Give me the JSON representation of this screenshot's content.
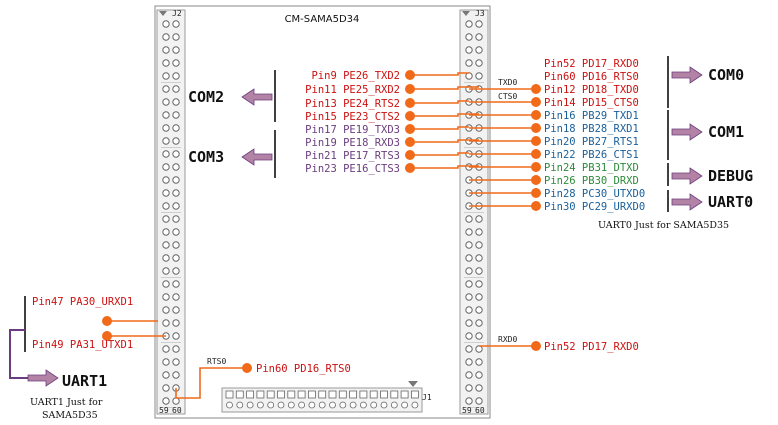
{
  "board_title": "CM-SAMA5D34",
  "connectors": {
    "j1": "J1",
    "j2": "J2",
    "j3": "J3",
    "pin_59": "59",
    "pin_60": "60"
  },
  "groups": {
    "com0": "COM0",
    "com1": "COM1",
    "debug": "DEBUG",
    "uart0": "UART0",
    "com2": "COM2",
    "com3": "COM3",
    "uart1": "UART1"
  },
  "notes": {
    "uart0_note": "UART0 Just for SAMA5D35",
    "uart1_note_line1": "UART1 Just for",
    "uart1_note_line2": "SAMA5D35"
  },
  "trace_labels": {
    "txd0": "TXD0",
    "cts0": "CTS0",
    "rts0": "RTS0",
    "rxd0": "RXD0"
  },
  "colors": {
    "red": "#cc1111",
    "purple": "#6b3d7e",
    "blue": "#1a5f9a",
    "green": "#2d8a3a",
    "orange": "#f06a1a",
    "arrow": "#b383a6"
  },
  "pins_right": [
    {
      "text": "Pin52 PD17_RXD0",
      "color": "red"
    },
    {
      "text": "Pin60 PD16_RTS0",
      "color": "red"
    },
    {
      "text": "Pin12 PD18_TXD0",
      "color": "red"
    },
    {
      "text": "Pin14 PD15_CTS0",
      "color": "red"
    },
    {
      "text": "Pin16 PB29_TXD1",
      "color": "blue"
    },
    {
      "text": "Pin18 PB28_RXD1",
      "color": "blue"
    },
    {
      "text": "Pin20 PB27_RTS1",
      "color": "blue"
    },
    {
      "text": "Pin22 PB26_CTS1",
      "color": "blue"
    },
    {
      "text": "Pin24 PB31_DTXD",
      "color": "green"
    },
    {
      "text": "Pin26 PB30_DRXD",
      "color": "green"
    },
    {
      "text": "Pin28 PC30_UTXD0",
      "color": "blue"
    },
    {
      "text": "Pin30 PC29_URXD0",
      "color": "blue"
    }
  ],
  "pins_left": [
    {
      "text": "Pin9 PE26_TXD2",
      "color": "red"
    },
    {
      "text": "Pin11 PE25_RXD2",
      "color": "red"
    },
    {
      "text": "Pin13 PE24_RTS2",
      "color": "red"
    },
    {
      "text": "Pin15 PE23_CTS2",
      "color": "red"
    },
    {
      "text": "Pin17 PE19_TXD3",
      "color": "purple"
    },
    {
      "text": "Pin19 PE18_RXD3",
      "color": "purple"
    },
    {
      "text": "Pin21 PE17_RTS3",
      "color": "purple"
    },
    {
      "text": "Pin23 PE16_CTS3",
      "color": "purple"
    }
  ],
  "pins_uart1": [
    {
      "text": "Pin47 PA30_URXD1",
      "color": "red"
    },
    {
      "text": "Pin49 PA31_UTXD1",
      "color": "red"
    }
  ],
  "pin_rts0_bottom": {
    "text": "Pin60 PD16_RTS0",
    "color": "red"
  },
  "pin_rxd0_right": {
    "text": "Pin52 PD17_RXD0",
    "color": "red"
  }
}
